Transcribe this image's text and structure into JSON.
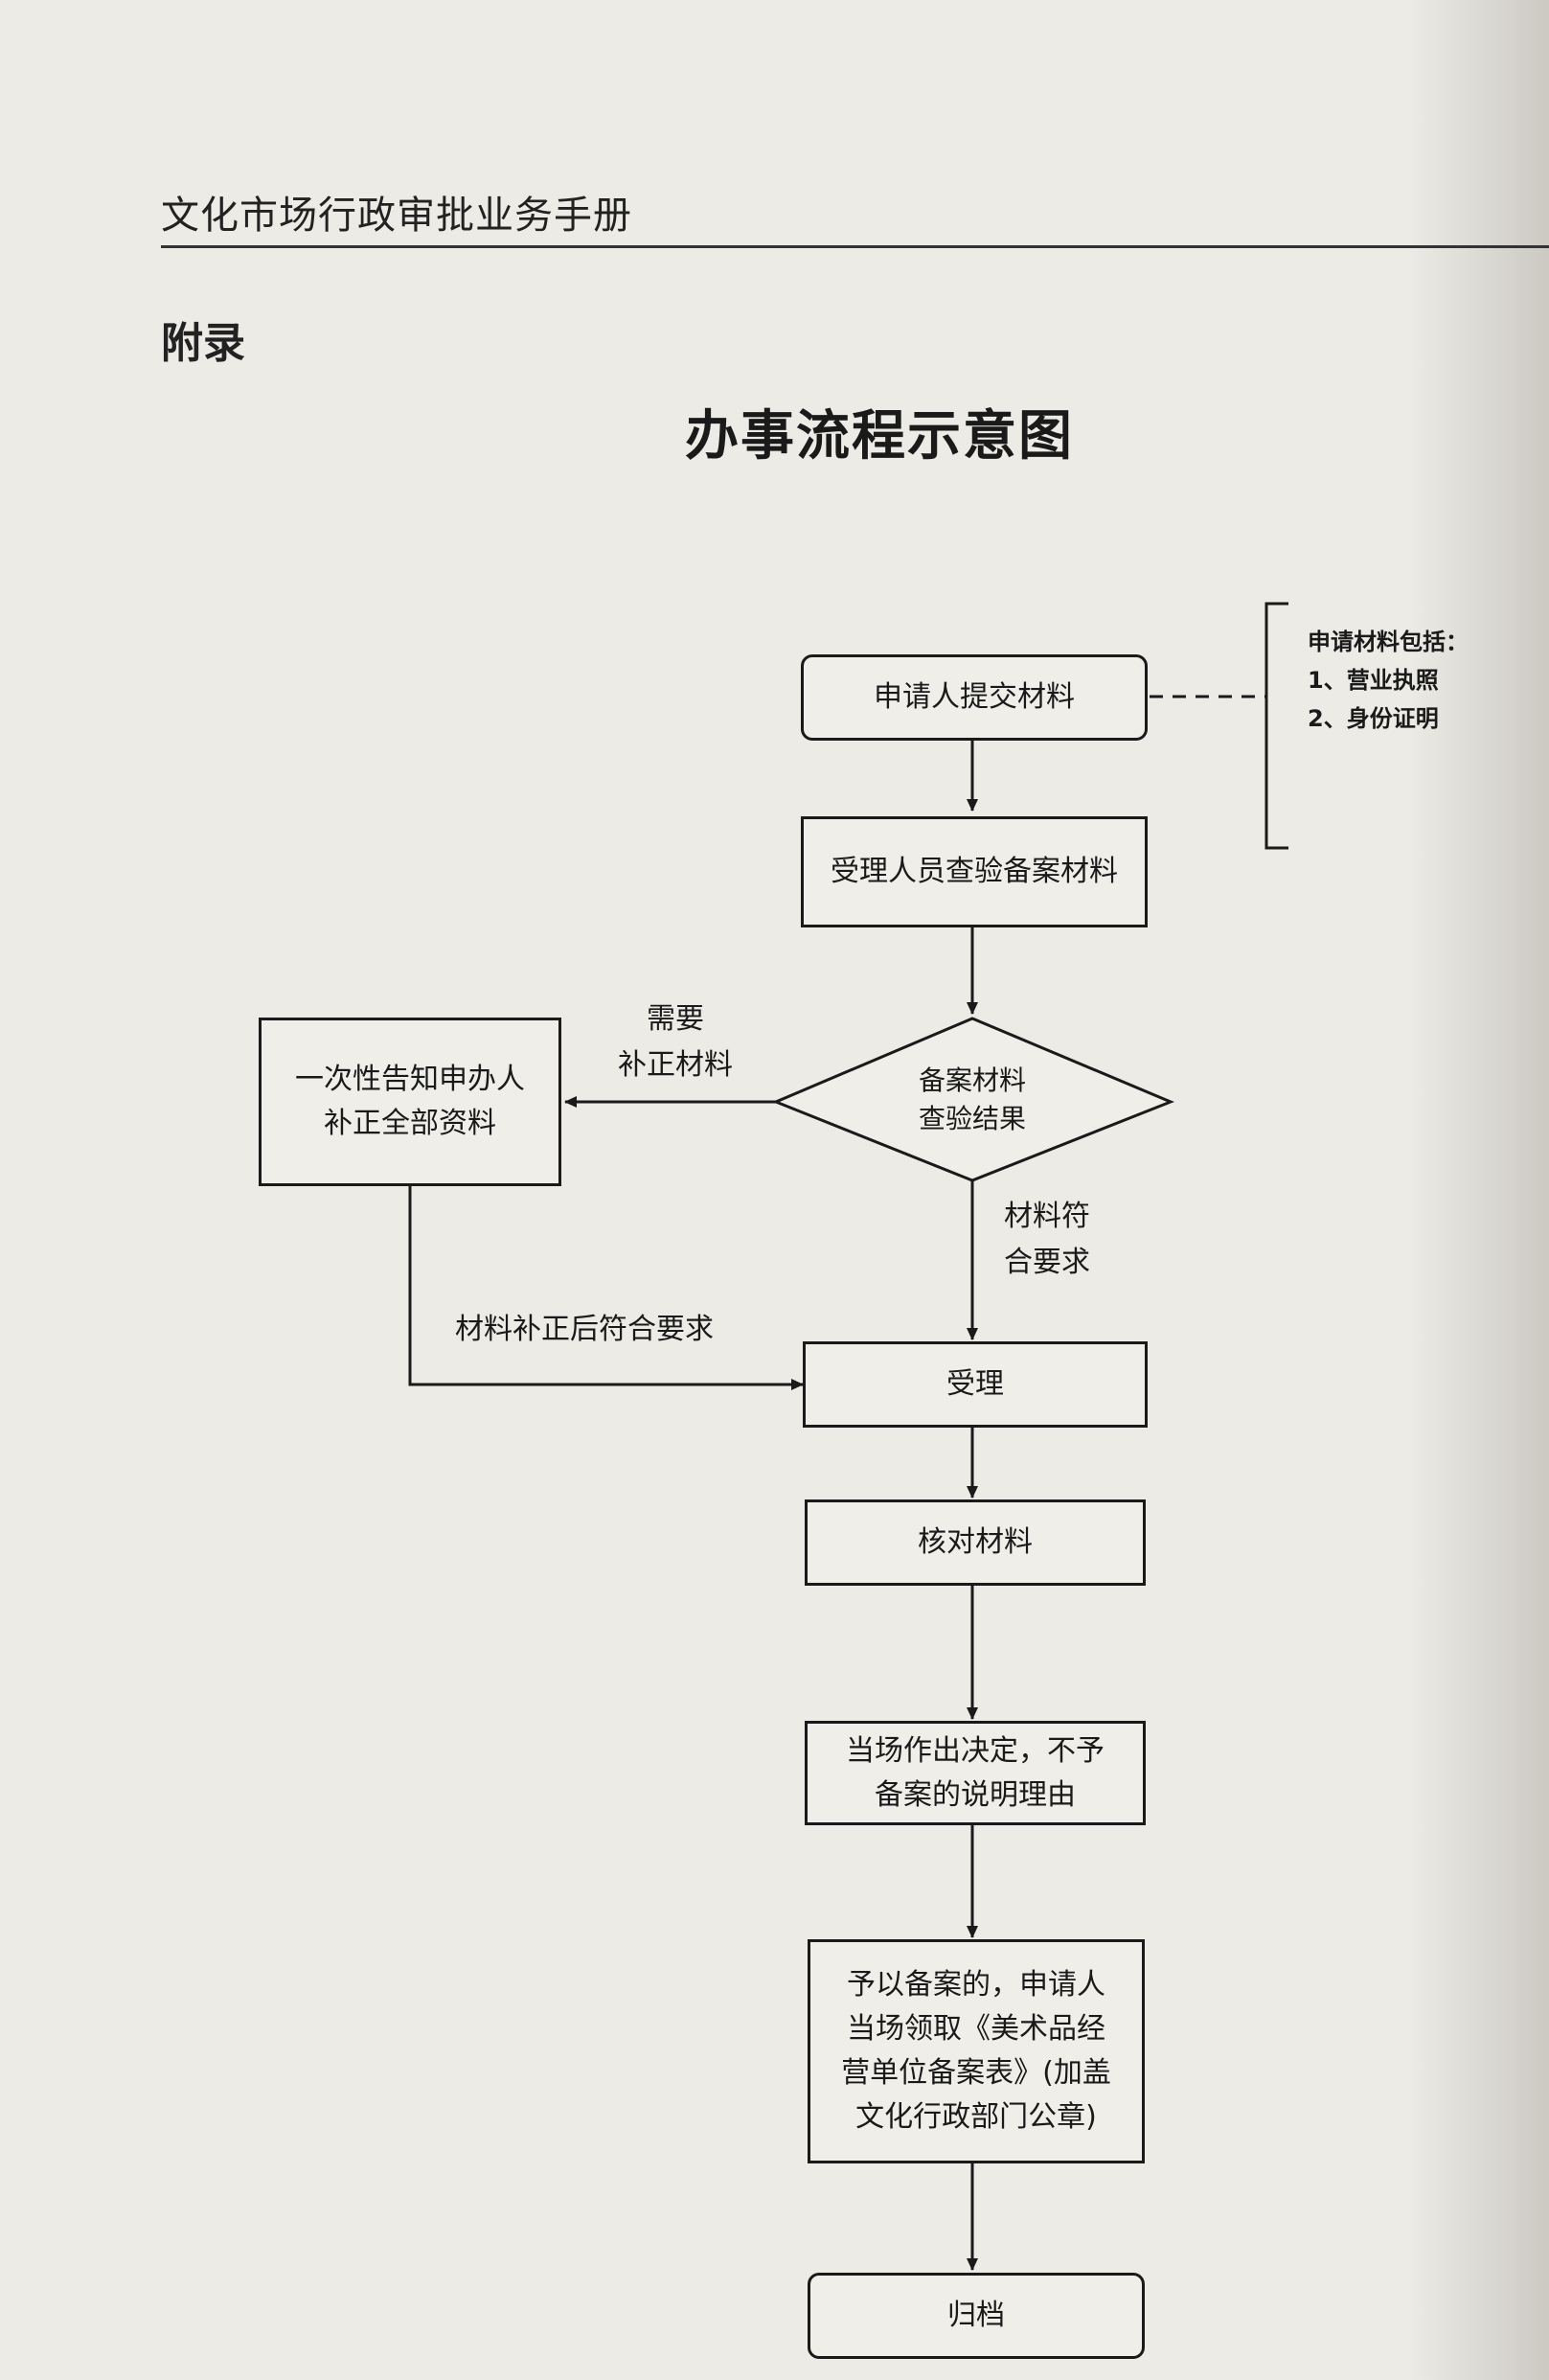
{
  "header": {
    "running_head": "文化市场行政审批业务手册"
  },
  "section": {
    "appendix": "附录"
  },
  "diagram": {
    "title": "办事流程示意图",
    "nodes": {
      "submit": "申请人提交材料",
      "check": "受理人员查验备案材料",
      "decision_line1": "备案材料",
      "decision_line2": "查验结果",
      "notify": "一次性告知申办人补正全部资料",
      "accept": "受理",
      "verify": "核对材料",
      "decide": "当场作出决定，不予备案的说明理由",
      "record": "予以备案的，申请人当场领取《美术品经营单位备案表》(加盖文化行政部门公章)",
      "archive": "归档"
    },
    "edge_labels": {
      "need_line1": "需要",
      "need_line2": "补正材料",
      "meets_line1": "材料符",
      "meets_line2": "合要求",
      "corrected": "材料补正后符合要求"
    },
    "note": {
      "heading": "申请材料包括：",
      "item1": "1、营业执照",
      "item2": "2、身份证明"
    }
  }
}
